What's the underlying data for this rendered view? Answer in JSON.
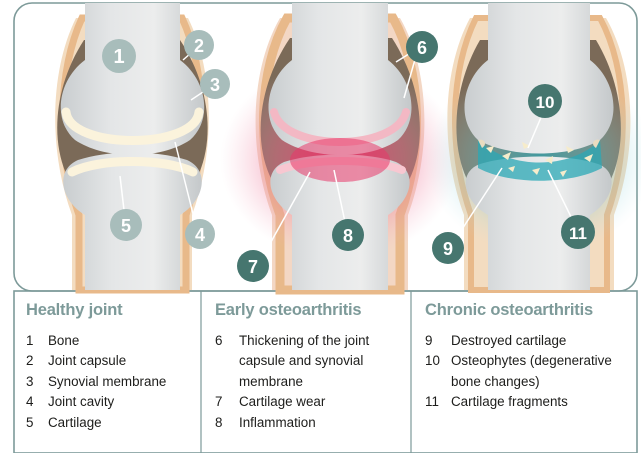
{
  "badges": {
    "b1": "1",
    "b2": "2",
    "b3": "3",
    "b4": "4",
    "b5": "5",
    "b6": "6",
    "b7": "7",
    "b8": "8",
    "b9": "9",
    "b10": "10",
    "b11": "11"
  },
  "legend": [
    {
      "title": "Healthy joint",
      "items": [
        {
          "num": "1",
          "text": "Bone"
        },
        {
          "num": "2",
          "text": "Joint capsule"
        },
        {
          "num": "3",
          "text": "Synovial membrane"
        },
        {
          "num": "4",
          "text": "Joint cavity"
        },
        {
          "num": "5",
          "text": "Cartilage"
        }
      ]
    },
    {
      "title": "Early osteoarthritis",
      "items": [
        {
          "num": "6",
          "text": "Thickening of the joint capsule and synovial membrane"
        },
        {
          "num": "7",
          "text": "Cartilage wear"
        },
        {
          "num": "8",
          "text": "Inflammation"
        }
      ]
    },
    {
      "title": "Chronic osteoarthritis",
      "items": [
        {
          "num": "9",
          "text": "Destroyed cartilage"
        },
        {
          "num": "10",
          "text": "Osteophytes (degenerative bone changes)"
        },
        {
          "num": "11",
          "text": "Cartilage fragments"
        }
      ]
    }
  ],
  "colors": {
    "frame": "#7d9a99",
    "badge_light": "#a8bdbb",
    "badge_dark": "#46766f",
    "capsule": "#e8b98a",
    "cavity": "#7b6a58",
    "cartilage": "#fbf3dc",
    "inflammation": "#e8386a",
    "fragments": "#2ba8b5"
  }
}
